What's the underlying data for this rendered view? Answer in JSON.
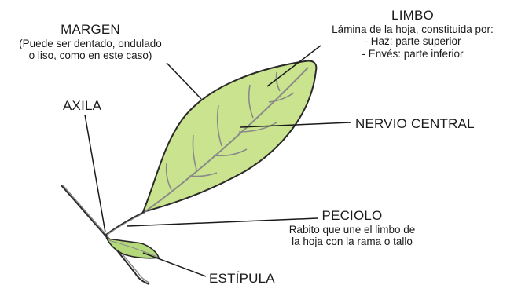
{
  "labels": {
    "margen": {
      "title": "MARGEN",
      "desc_line1": "(Puede ser dentado, ondulado",
      "desc_line2": "o liso, como en este caso)"
    },
    "limbo": {
      "title": "LIMBO",
      "desc_line1": "Lámina de la hoja, constituida por:",
      "desc_line2": "- Haz: parte superior",
      "desc_line3": "- Envés: parte inferior"
    },
    "axila": {
      "title": "AXILA"
    },
    "nervio_central": {
      "title": "NERVIO CENTRAL"
    },
    "peciolo": {
      "title": "PECIOLO",
      "desc_line1": "Rabito que une el limbo de",
      "desc_line2": "la hoja con la rama o tallo"
    },
    "estipula": {
      "title": "ESTÍPULA"
    }
  },
  "colors": {
    "leaf_fill": "#c9e38e",
    "leaf_outline": "#2a2a2a",
    "vein": "#8a8a8a",
    "stipule_fill": "#b4d97a",
    "leader_line": "#1a1a1a",
    "text": "#1a1a1a"
  }
}
